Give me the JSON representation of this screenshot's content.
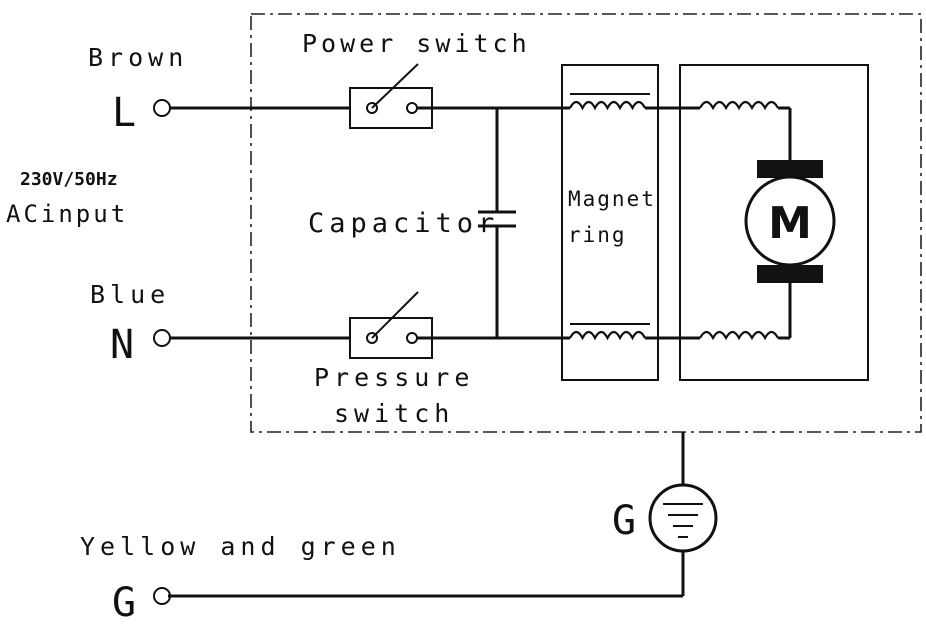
{
  "diagram": {
    "terminals": {
      "live": {
        "color_label": "Brown",
        "letter": "L"
      },
      "neutral": {
        "color_label": "Blue",
        "letter": "N"
      },
      "ground": {
        "color_label": "Yellow and green",
        "letter": "G"
      }
    },
    "supply": {
      "line1": "230V/50Hz",
      "line2": "ACinput"
    },
    "components": {
      "power_switch": "Power switch",
      "capacitor": "Capacitor",
      "pressure_switch_line1": "Pressure",
      "pressure_switch_line2": "switch",
      "magnet_ring_line1": "Magnet",
      "magnet_ring_line2": "ring",
      "motor": "M",
      "earth_symbol": "G"
    }
  }
}
